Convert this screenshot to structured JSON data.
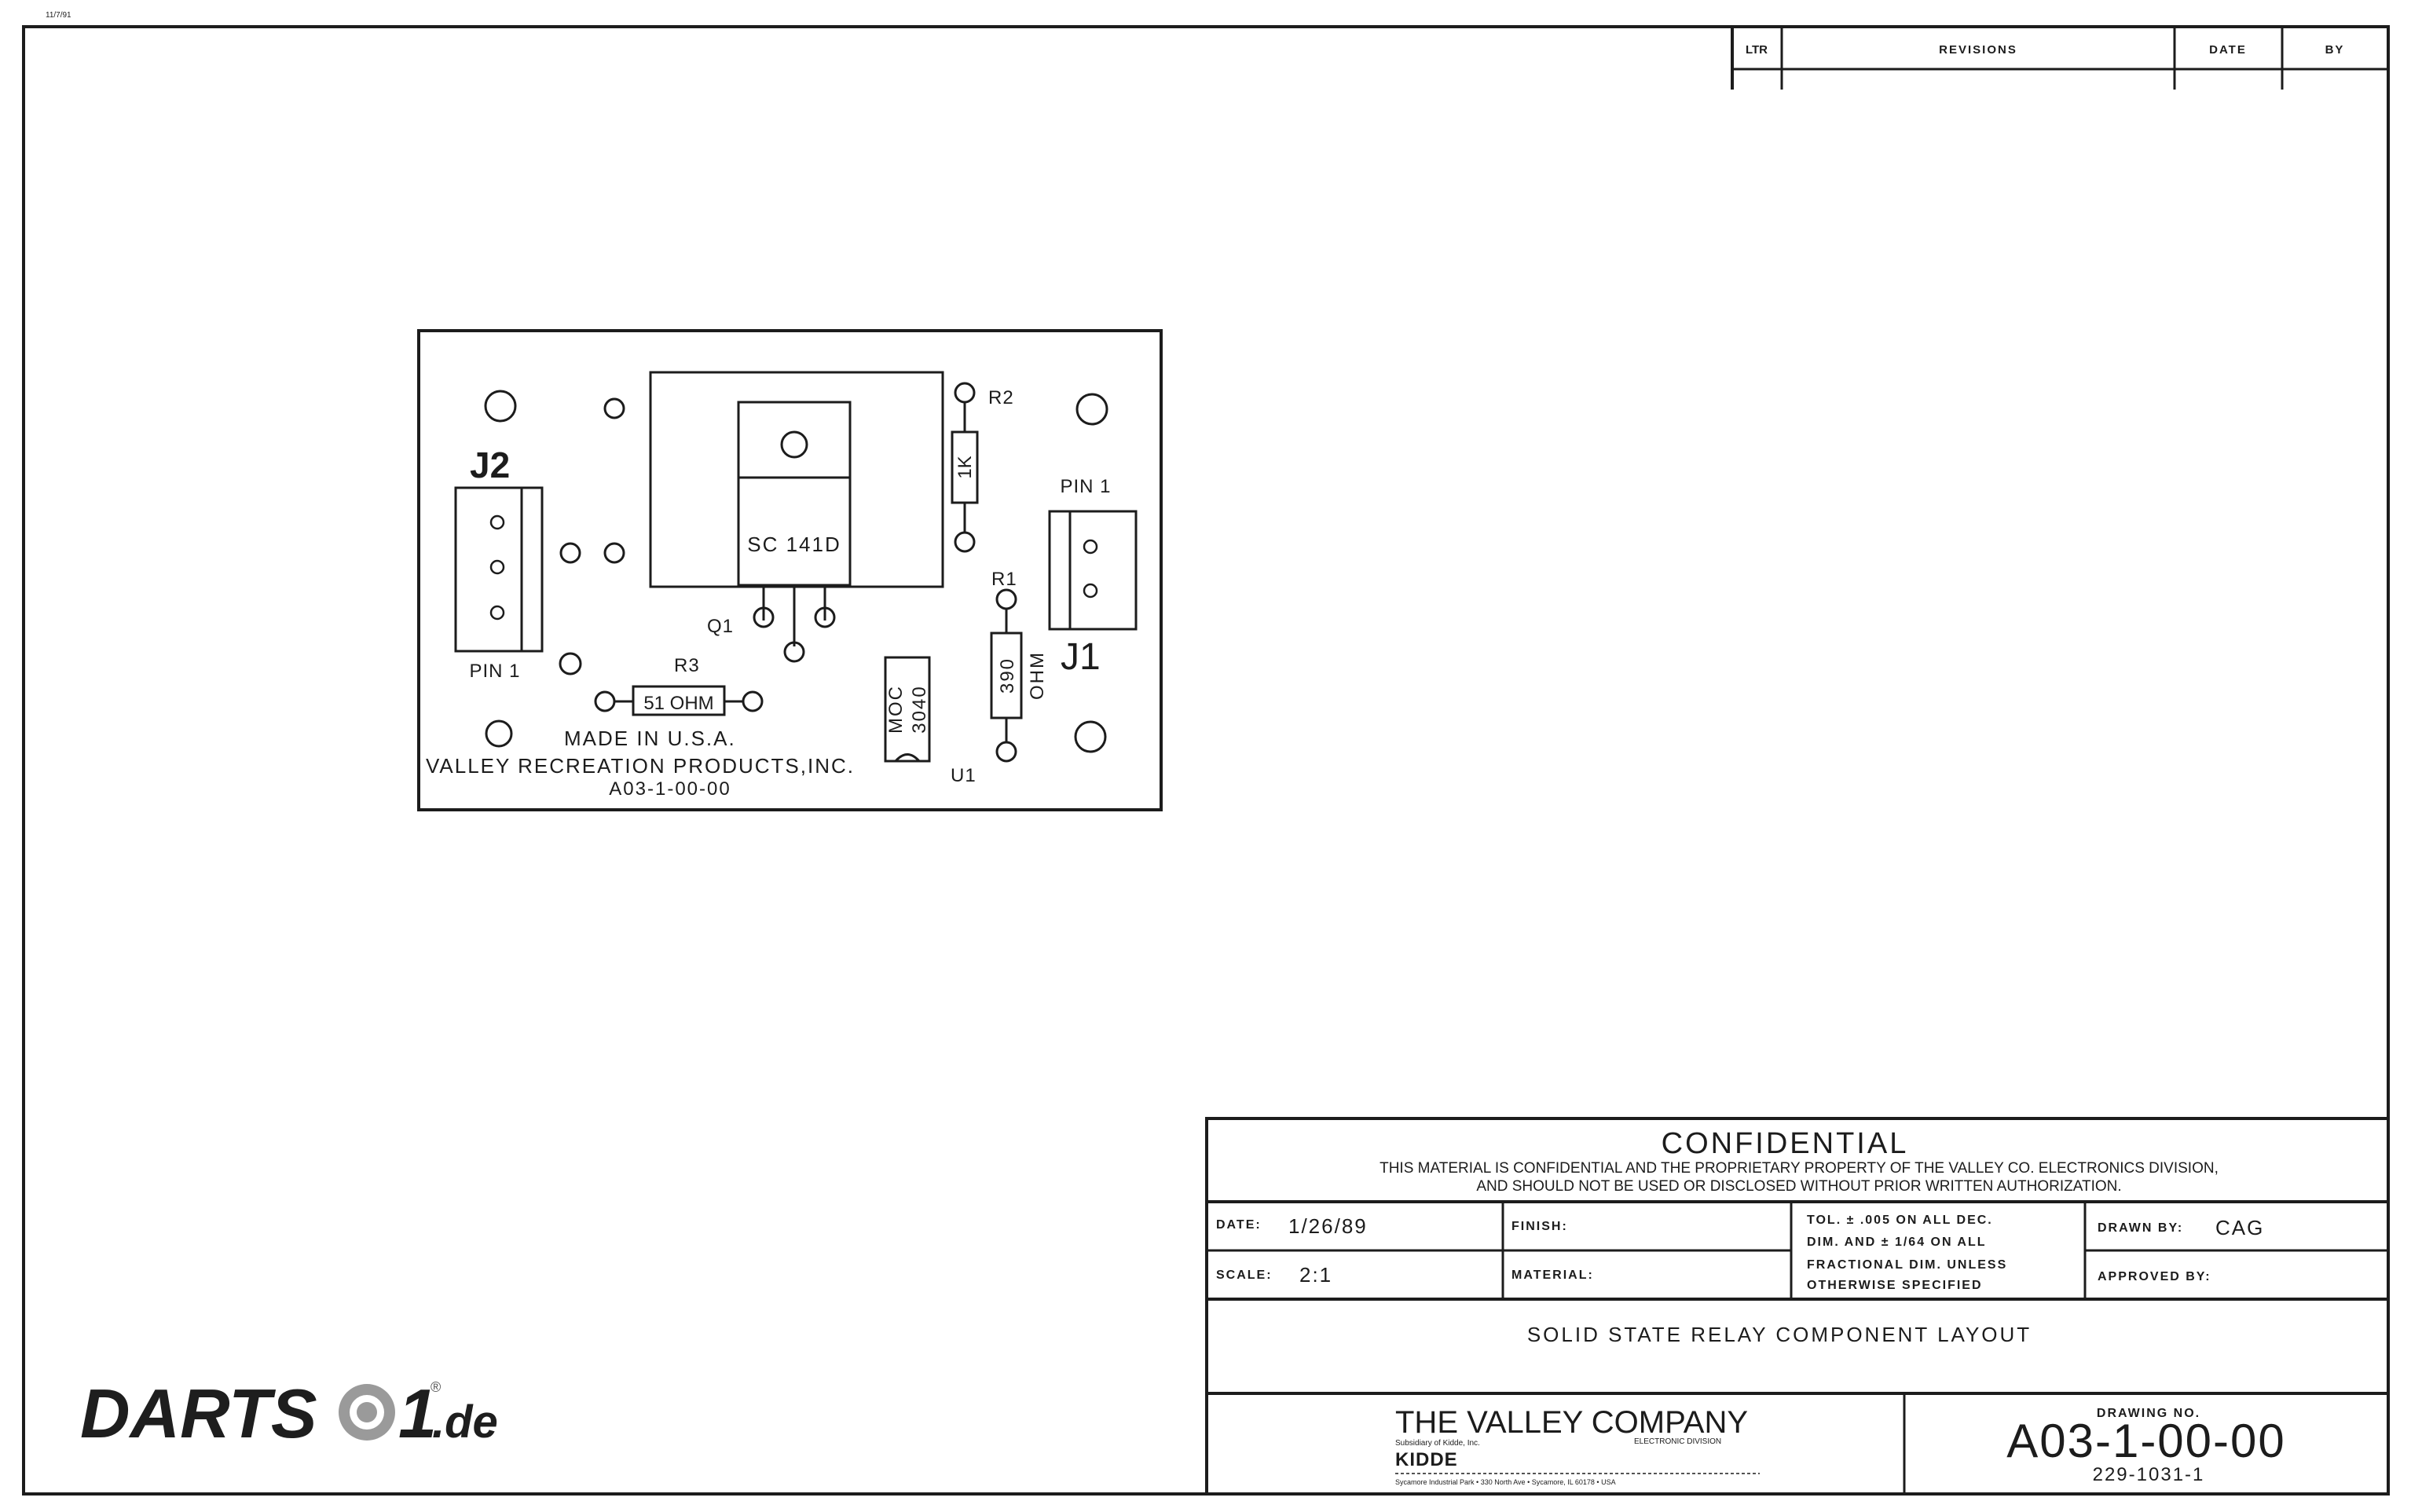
{
  "corner_code": "11/7/91",
  "revisions": {
    "ltr": "LTR",
    "revisions": "REVISIONS",
    "date": "DATE",
    "by": "BY"
  },
  "pcb": {
    "j2": "J2",
    "j1": "J1",
    "pin1_left": "PIN 1",
    "pin1_right": "PIN 1",
    "r2": "R2",
    "r2_value": "1K",
    "r1": "R1",
    "r1_value_a": "390",
    "r1_value_b": "OHM",
    "r3": "R3",
    "r3_value": "51 OHM",
    "q1": "Q1",
    "q1_part": "SC 141D",
    "u1": "U1",
    "u1_part_a": "MOC",
    "u1_part_b": "3040",
    "made_in": "MADE IN U.S.A.",
    "maker": "VALLEY RECREATION PRODUCTS,INC.",
    "board_no": "A03-1-00-00"
  },
  "title_block": {
    "confidential_heading": "CONFIDENTIAL",
    "confidential_line1": "THIS MATERIAL IS CONFIDENTIAL AND THE PROPRIETARY PROPERTY OF THE VALLEY CO. ELECTRONICS DIVISION,",
    "confidential_line2": "AND SHOULD NOT BE USED OR DISCLOSED WITHOUT PRIOR WRITTEN AUTHORIZATION.",
    "date_label": "DATE:",
    "date_value": "1/26/89",
    "scale_label": "SCALE:",
    "scale_value": "2:1",
    "finish_label": "FINISH:",
    "material_label": "MATERIAL:",
    "tol_line1": "TOL. ± .005  ON ALL DEC.",
    "tol_line2": "DIM. AND  ±  1/64 ON ALL",
    "tol_line3": "FRACTIONAL  DIM. UNLESS",
    "tol_line4": "OTHERWISE  SPECIFIED",
    "drawn_by_label": "DRAWN BY:",
    "drawn_by_value": "CAG",
    "approved_by_label": "APPROVED BY:",
    "title": "SOLID STATE RELAY  COMPONENT  LAYOUT",
    "company": "THE VALLEY COMPANY",
    "company_sub": "Subsidiary of Kidde, Inc.",
    "division": "ELECTRONIC DIVISION",
    "parent": "KIDDE",
    "address": "Sycamore Industrial Park • 330 North Ave • Sycamore, IL 60178 • USA",
    "drawing_no_label": "DRAWING NO.",
    "drawing_no": "A03-1-00-00",
    "sub_no": "229-1031-1"
  },
  "watermark": {
    "text_left": "DARTS",
    "text_right": "1",
    "text_tld": ".de",
    "registered": "®"
  }
}
